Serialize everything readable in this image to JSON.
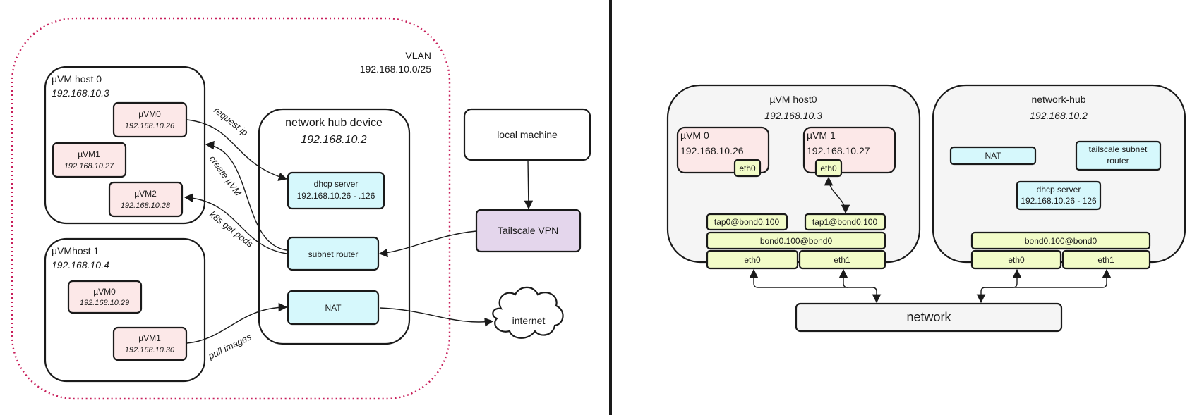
{
  "left": {
    "vlan": {
      "title": "VLAN",
      "subnet": "192.168.10.0/25",
      "border_color": "#c81e5a"
    },
    "host0": {
      "title": "µVM host 0",
      "ip": "192.168.10.3",
      "vms": [
        {
          "name": "µVM0",
          "ip": "192.168.10.26"
        },
        {
          "name": "µVM1",
          "ip": "192.168.10.27"
        },
        {
          "name": "µVM2",
          "ip": "192.168.10.28"
        }
      ]
    },
    "host1": {
      "title": "µVMhost 1",
      "ip": "192.168.10.4",
      "vms": [
        {
          "name": "µVM0",
          "ip": "192.168.10.29"
        },
        {
          "name": "µVM1",
          "ip": "192.168.10.30"
        }
      ]
    },
    "hub": {
      "title": "network hub device",
      "ip": "192.168.10.2",
      "dhcp": {
        "name": "dhcp server",
        "range": "192.168.10.26 - .126"
      },
      "subnet_router": "subnet router",
      "nat": "NAT"
    },
    "local_machine": "local machine",
    "tailscale": "Tailscale VPN",
    "internet": "internet",
    "edge_labels": {
      "request_ip": "request ip",
      "create_uvm": "create µVM",
      "k8s_get_pods": "k8s get pods",
      "pull_images": "pull images"
    }
  },
  "right": {
    "host0": {
      "title": "µVM host0",
      "ip": "192.168.10.3",
      "vm0": {
        "name": "µVM 0",
        "ip": "192.168.10.26",
        "iface": "eth0"
      },
      "vm1": {
        "name": "µVM 1",
        "ip": "192.168.10.27",
        "iface": "eth0"
      },
      "tap0": "tap0@bond0.100",
      "tap1": "tap1@bond0.100",
      "bond": "bond0.100@bond0",
      "eth0": "eth0",
      "eth1": "eth1"
    },
    "hub": {
      "title": "network-hub",
      "ip": "192.168.10.2",
      "nat": "NAT",
      "tailscale_line1": "tailscale subnet",
      "tailscale_line2": "router",
      "dhcp_name": "dhcp server",
      "dhcp_range": "192.168.10.26 - 126",
      "bond": "bond0.100@bond0",
      "eth0": "eth0",
      "eth1": "eth1"
    },
    "network": "network"
  },
  "colors": {
    "vm_fill": "#fce8e8",
    "service_fill": "#d6f8fc",
    "interface_fill": "#f2fcc8",
    "vpn_fill": "#e4d6ec",
    "host_fill": "#f5f5f5"
  }
}
